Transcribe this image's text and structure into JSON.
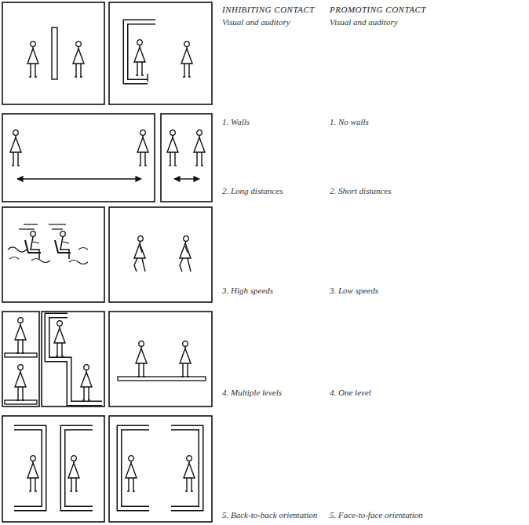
{
  "diagram": {
    "labels": [
      "INHIBITING CONTACT",
      "Visual and auditory",
      "PROMOTING CONTACT",
      "Visual and auditory",
      "1. Walls",
      "1. No walls",
      "2. Long distances",
      "2. Short distances",
      "3. High speeds",
      "3. Low speeds",
      "4. Multiple levels",
      "4. One level",
      "5. Back-to-back orientation",
      "5. Face-to-face orientation"
    ]
  }
}
